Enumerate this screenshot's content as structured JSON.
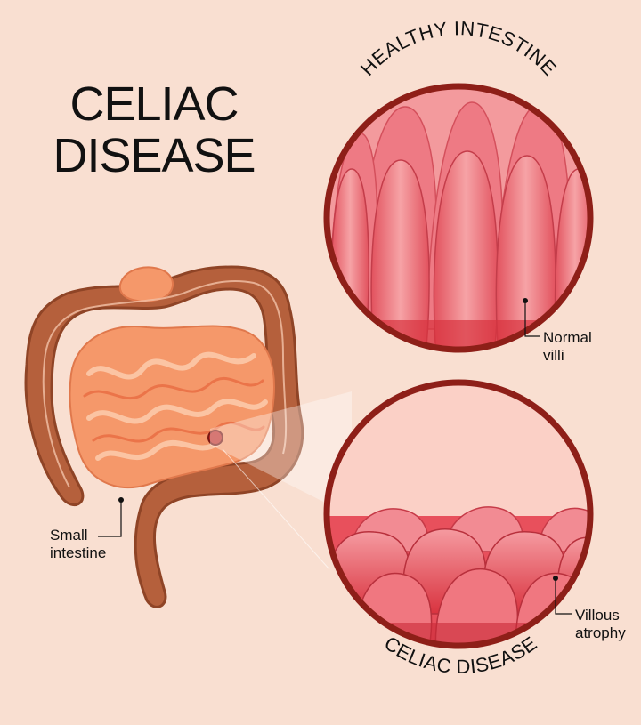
{
  "title": {
    "line1": "CELIAC",
    "line2": "DISEASE"
  },
  "panels": {
    "healthy": {
      "heading": "HEALTHY INTESTINE",
      "label_line1": "Normal",
      "label_line2": "villi"
    },
    "disease": {
      "heading": "CELIAC DISEASE",
      "label_line1": "Villous",
      "label_line2": "atrophy"
    }
  },
  "organ": {
    "label_line1": "Small",
    "label_line2": "intestine"
  },
  "colors": {
    "background": "#f9dfd1",
    "colon": "#b5603c",
    "small_intestine": "#f5986a",
    "circle_border": "#8e1f18",
    "villi": "#f07780"
  }
}
